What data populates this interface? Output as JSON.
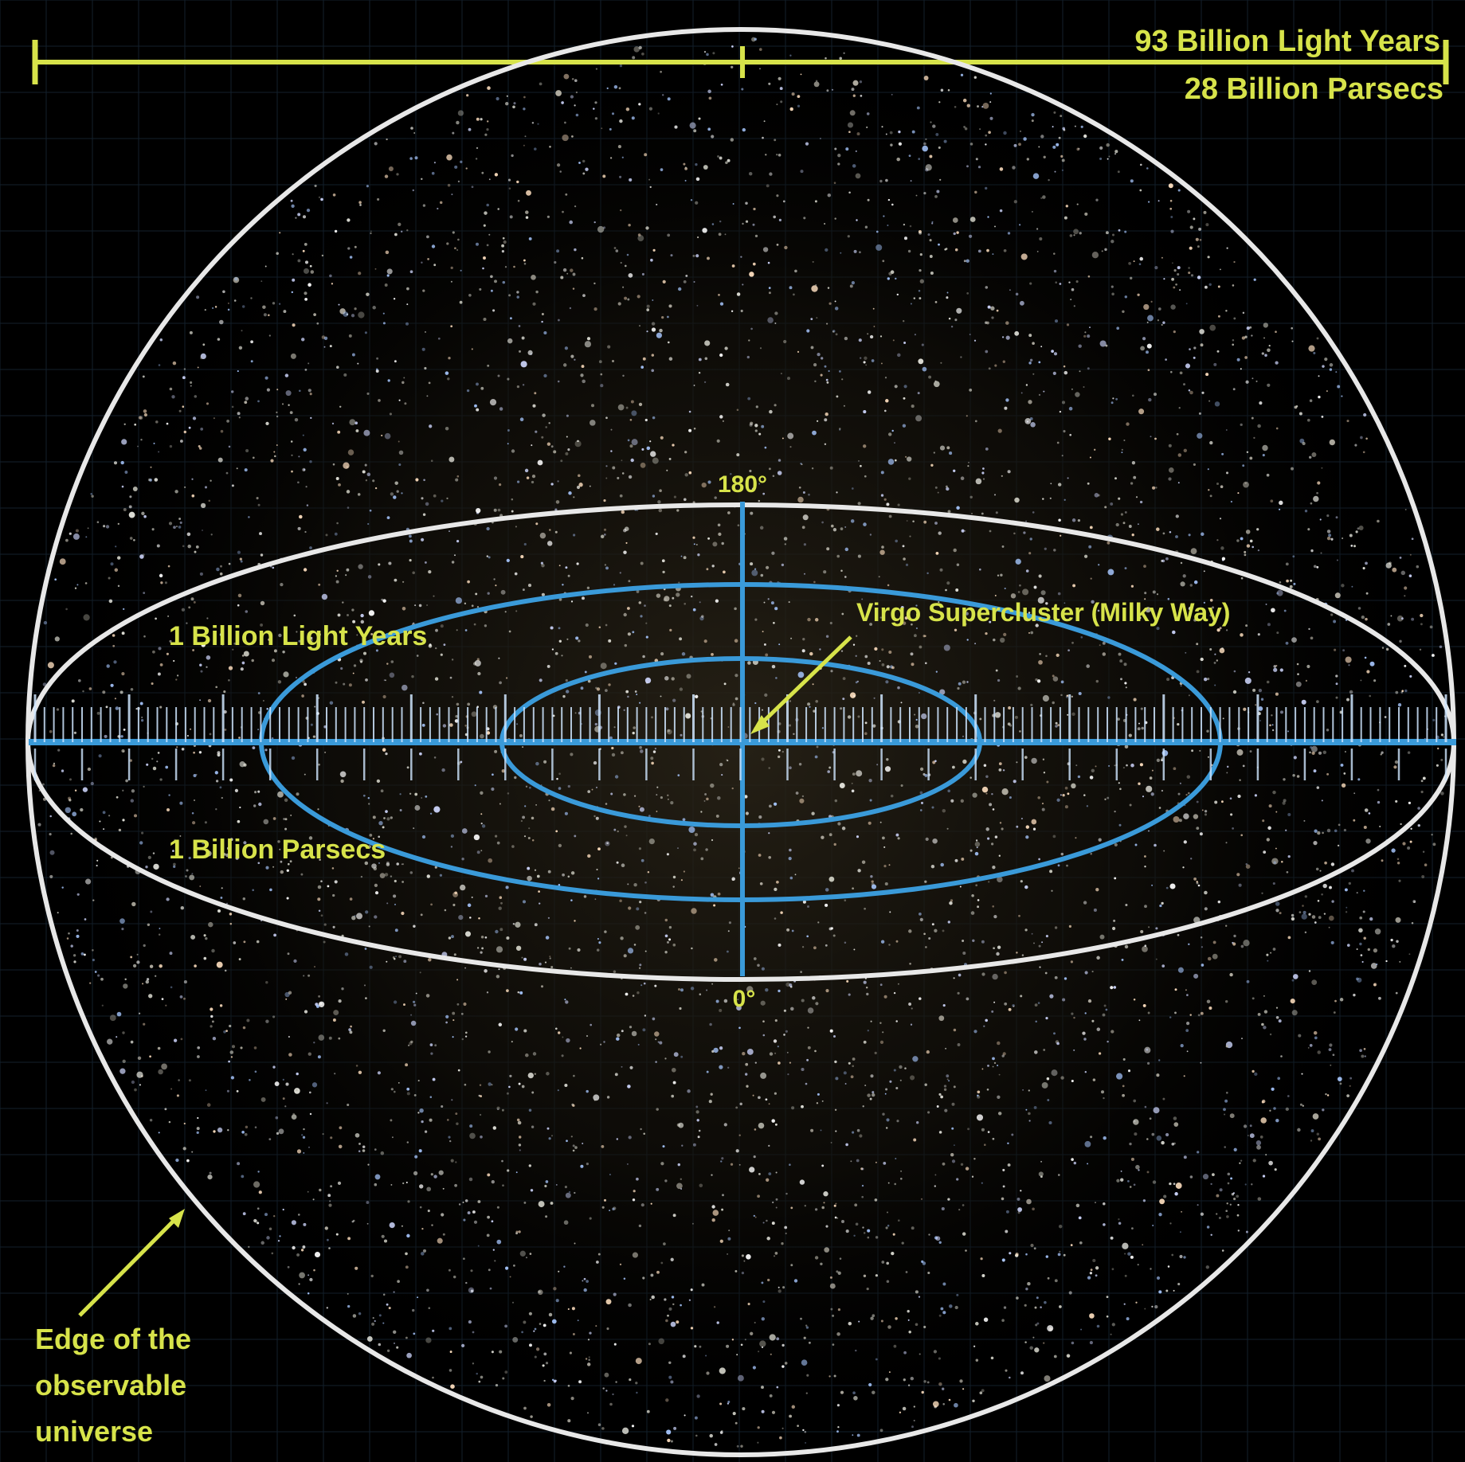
{
  "scale_bar": {
    "light_years": "93 Billion Light Years",
    "parsecs": "28 Billion Parsecs"
  },
  "labels": {
    "angle_top": "180°",
    "angle_bottom": "0°",
    "inner_ring_light_years": "1 Billion Light Years",
    "inner_ring_parsecs": "1 Billion Parsecs",
    "virgo_pointer": "Virgo Supercluster (Milky Way)",
    "edge_line_1": "Edge of the",
    "edge_line_2": "observable",
    "edge_line_3": "universe"
  },
  "colors": {
    "background": "#000000",
    "sphere_outline": "#e8e8e8",
    "label_yellow": "#d7e34a",
    "ring_blue": "#3a9ad9",
    "grid": "#1a2a3a"
  }
}
